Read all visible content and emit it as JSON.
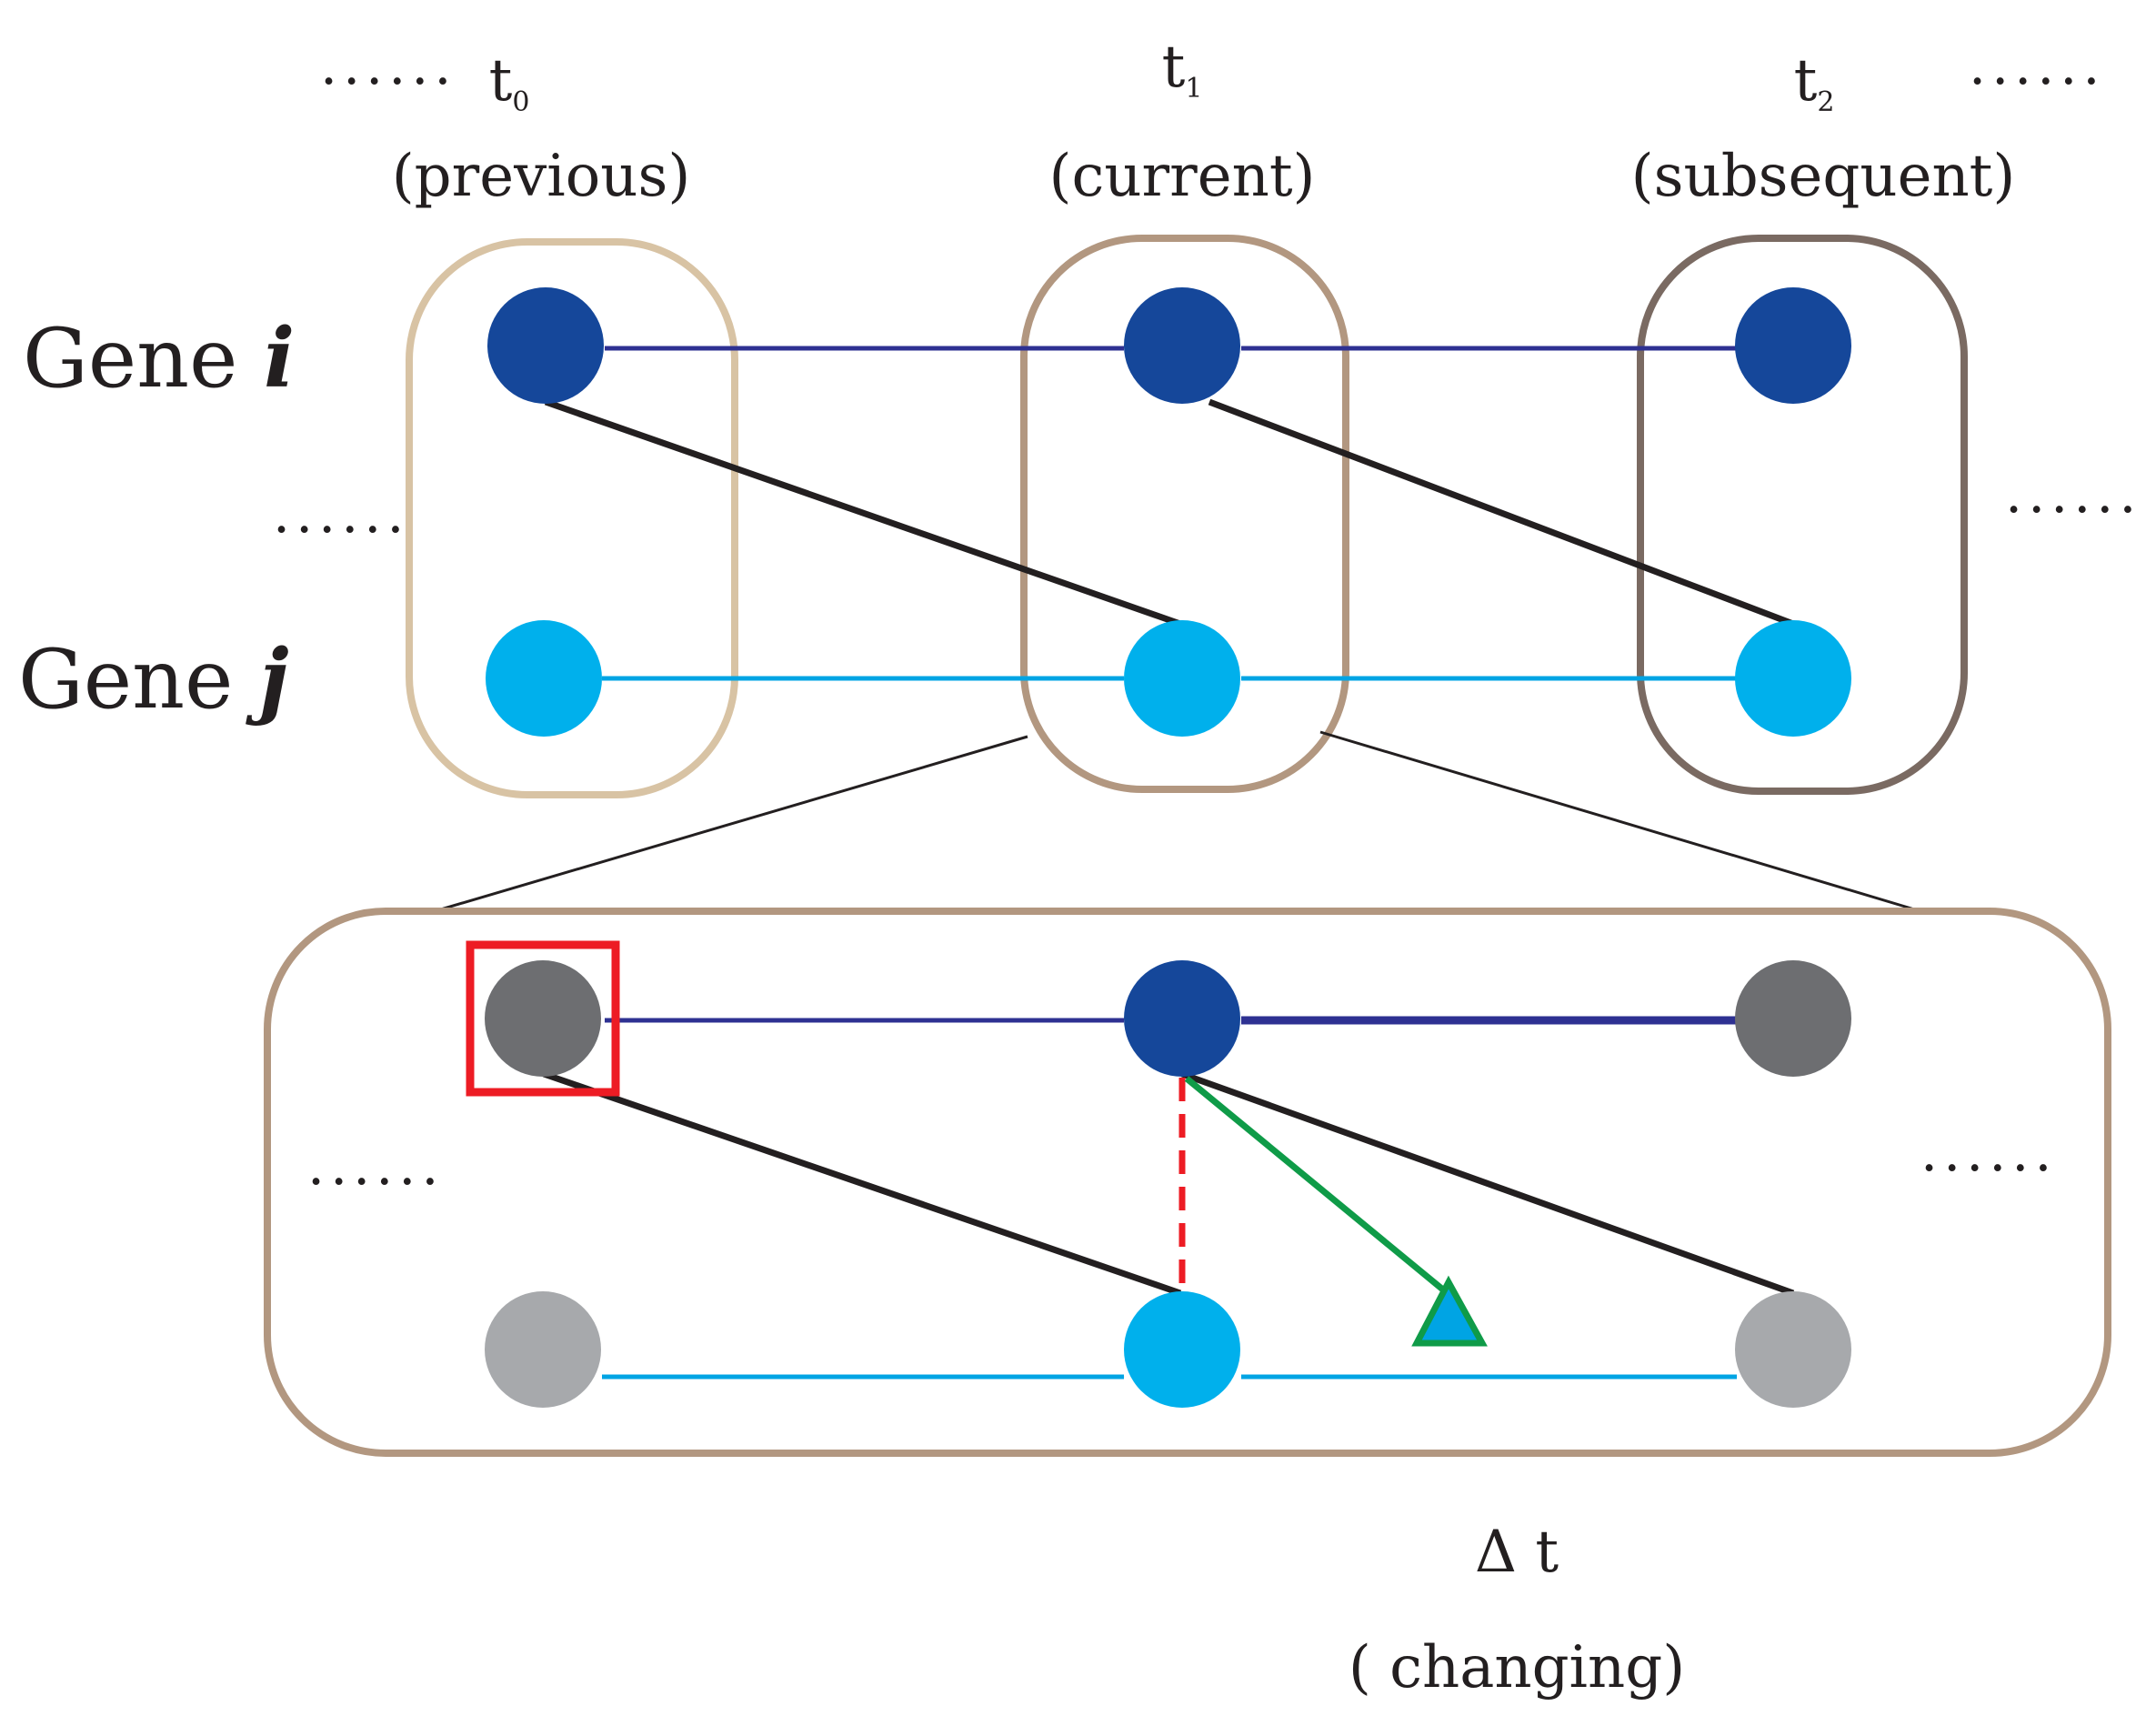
{
  "time_points": [
    {
      "symbol": "t",
      "subscript": "0",
      "description": "(previous)"
    },
    {
      "symbol": "t",
      "subscript": "1",
      "description": "(current)"
    },
    {
      "symbol": "t",
      "subscript": "2",
      "description": "(subsequent)"
    }
  ],
  "genes": [
    {
      "prefix": "Gene ",
      "var": "i"
    },
    {
      "prefix": "Gene ",
      "var": "j"
    }
  ],
  "ellipsis": "......",
  "delta": {
    "symbol": "Δ t",
    "description": "( changing)"
  },
  "colors": {
    "gene_i_node": "#15479a",
    "gene_j_node": "#00b0ec",
    "gene_i_arrow": "#2e3192",
    "gene_j_arrow": "#00a4e4",
    "cross_arrow": "#231f20",
    "frame_previous": "#d8c3a4",
    "frame_current": "#b29780",
    "frame_subsequent": "#7a6a62",
    "inactive_dark": "#6d6e71",
    "inactive_light": "#a7a9ac",
    "highlight_box": "#ed1c24",
    "dashed_link": "#ed1c24",
    "green_link": "#0f9b48",
    "triangle_fill": "#00a4e4"
  }
}
